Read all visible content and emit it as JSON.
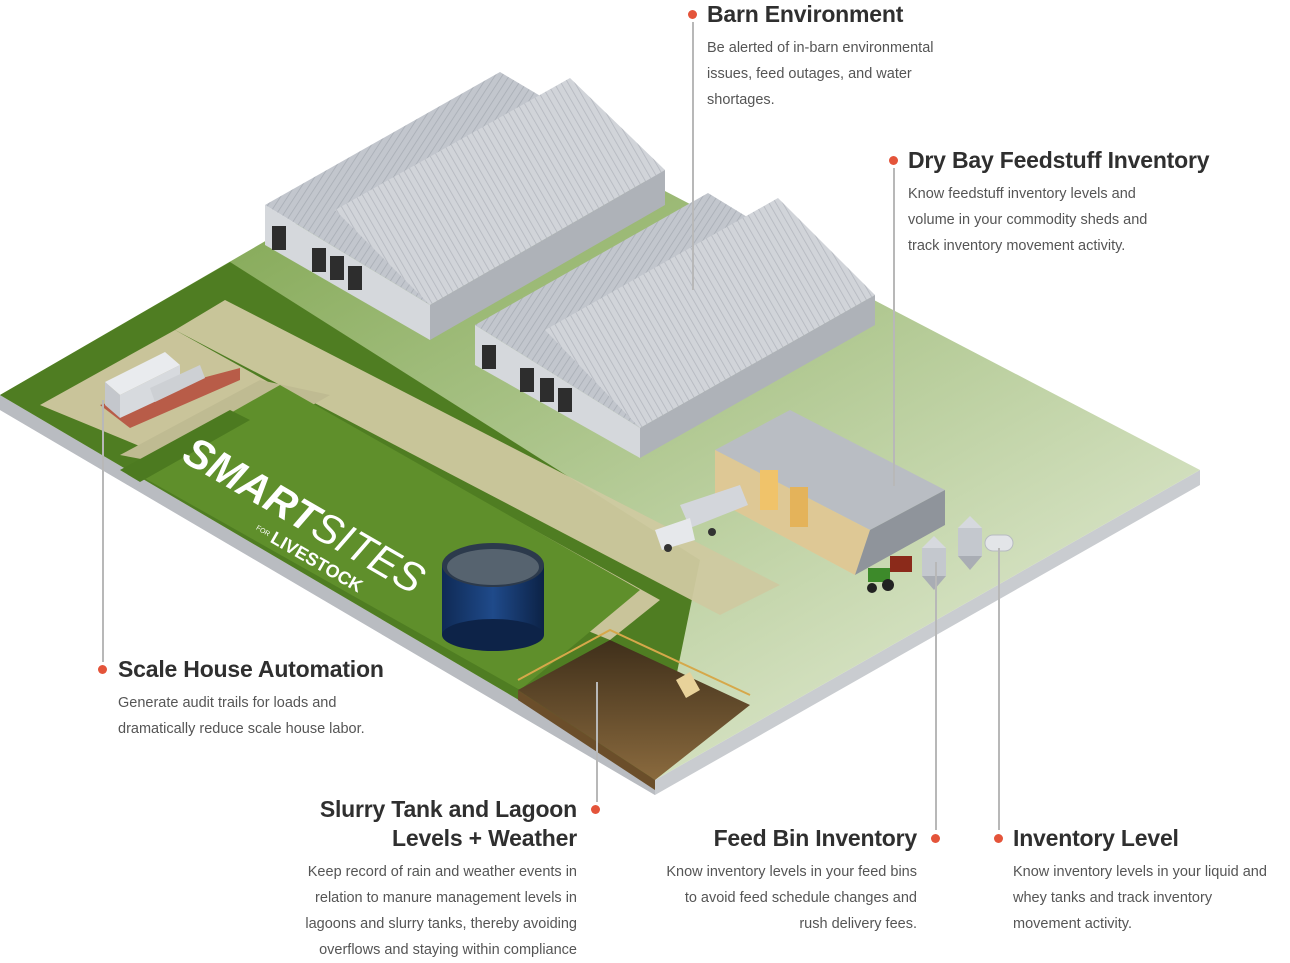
{
  "logo": {
    "brand_bold": "SMART",
    "brand_light": "SITES",
    "sub_small": "FOR",
    "sub_big": "LIVESTOCK"
  },
  "colors": {
    "accent": "#e4543a",
    "grass": "#5e8a2e",
    "path": "#c9c49a",
    "roof": "#b7bcc4"
  },
  "callouts": {
    "barn_environment": {
      "title": "Barn Environment",
      "lines": [
        "Be alerted of in-barn environmental",
        "issues, feed outages, and water",
        "shortages."
      ]
    },
    "dry_bay": {
      "title": "Dry Bay Feedstuff Inventory",
      "lines": [
        "Know feedstuff inventory levels and",
        "volume in your commodity sheds  and",
        "track inventory movement activity."
      ]
    },
    "scale_house": {
      "title": "Scale House Automation",
      "lines": [
        "Generate audit trails for loads and",
        "dramatically reduce scale house labor."
      ]
    },
    "slurry": {
      "title_1": "Slurry Tank and Lagoon",
      "title_2": "Levels + Weather",
      "lines": [
        "Keep record of rain and weather events in",
        "relation to manure management levels in",
        "lagoons and slurry tanks, thereby avoiding",
        "overflows and staying within compliance"
      ]
    },
    "feed_bin": {
      "title": "Feed Bin Inventory",
      "lines": [
        "Know inventory levels in your feed bins",
        "to avoid feed schedule changes and",
        "rush delivery fees."
      ]
    },
    "inventory_level": {
      "title": "Inventory Level",
      "lines": [
        "Know inventory levels in your liquid and",
        "whey tanks and track inventory",
        "movement activity."
      ]
    }
  }
}
